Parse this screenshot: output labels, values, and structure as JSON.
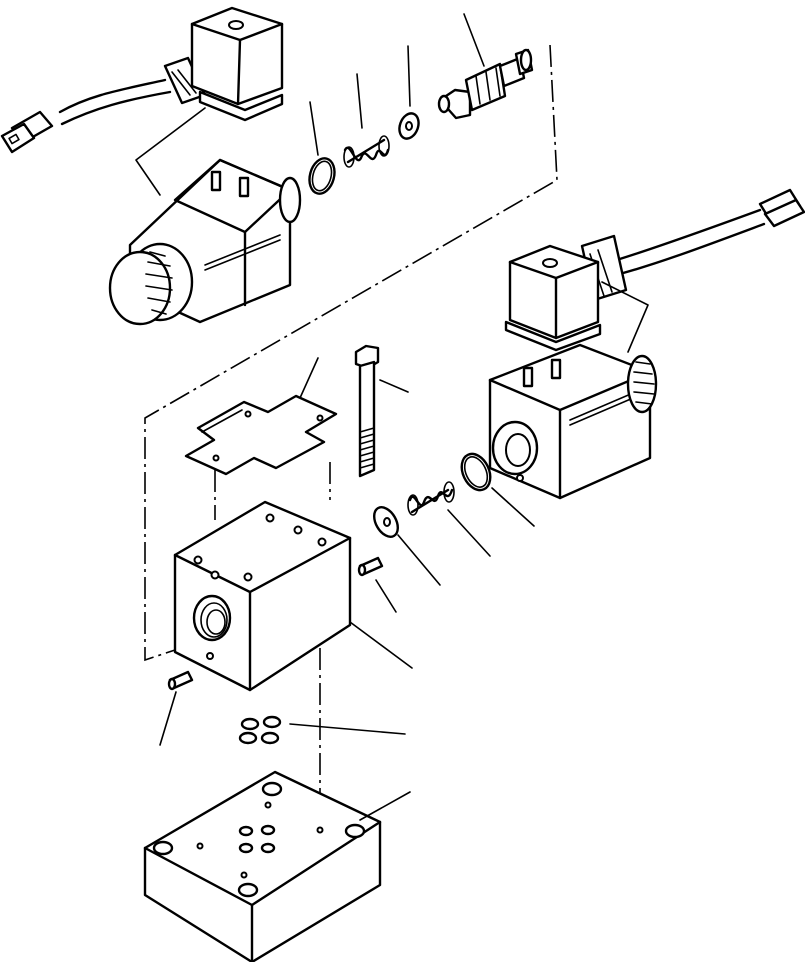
{
  "figure": {
    "labels": [],
    "parts": [
      "solenoid-connector-upper",
      "solenoid-coil-upper",
      "o-ring-upper",
      "spring-upper",
      "washer-upper",
      "valve-spool",
      "solenoid-connector-right",
      "solenoid-coil-right",
      "gasket",
      "mounting-bolt",
      "valve-body",
      "washer-right",
      "spring-right",
      "o-ring-right",
      "pin-right",
      "pin-left",
      "o-ring-set",
      "sub-plate"
    ]
  }
}
